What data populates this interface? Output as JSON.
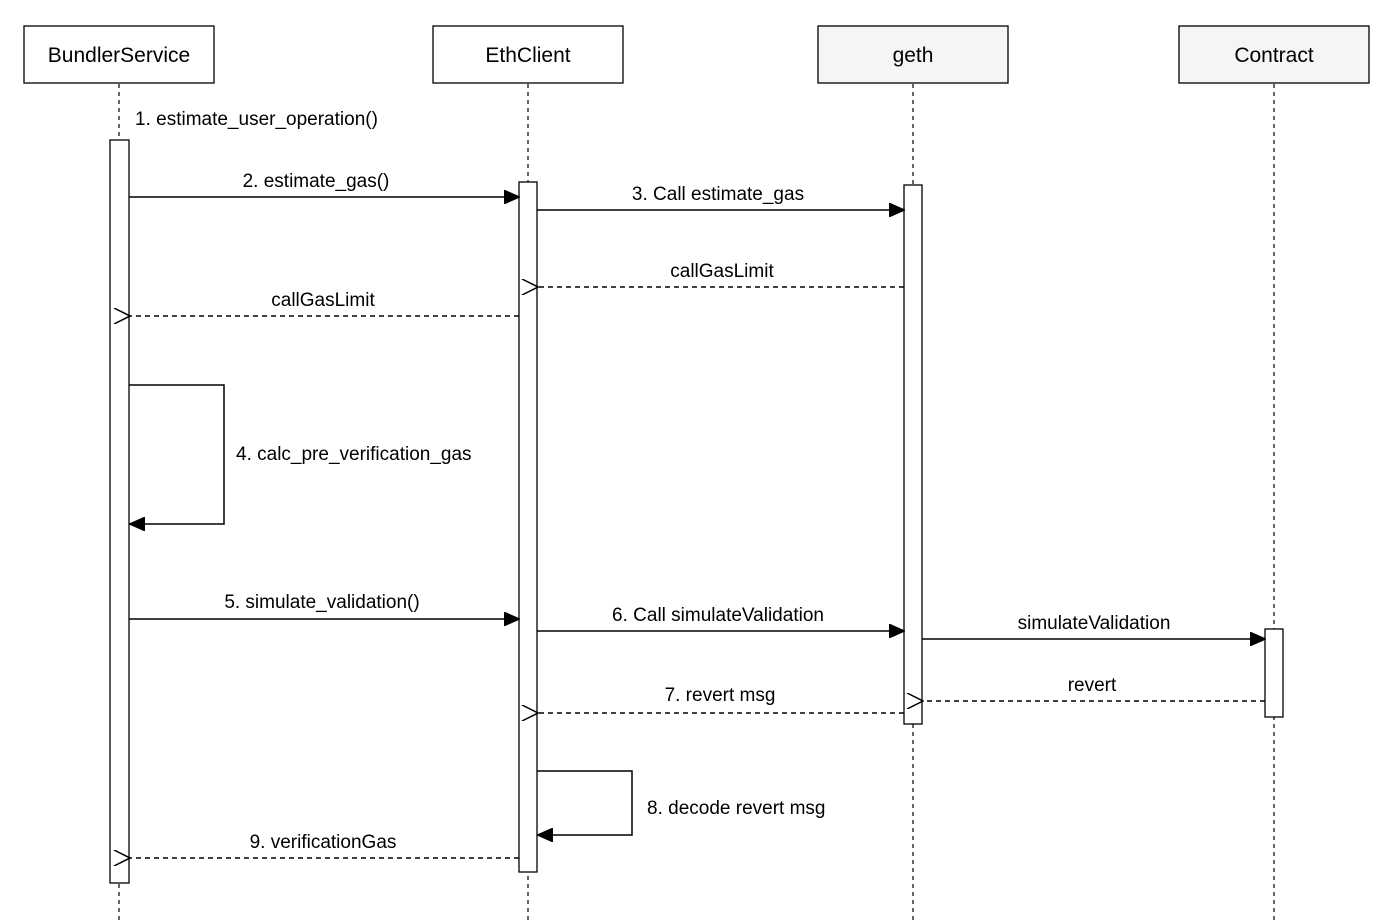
{
  "participants": [
    {
      "id": "bundler",
      "label": "BundlerService",
      "fill": "#ffffff"
    },
    {
      "id": "ethclient",
      "label": "EthClient",
      "fill": "#ffffff"
    },
    {
      "id": "geth",
      "label": "geth",
      "fill": "#f5f5f5"
    },
    {
      "id": "contract",
      "label": "Contract",
      "fill": "#f5f5f5"
    }
  ],
  "messages": [
    {
      "id": "m1",
      "label": "1. estimate_user_operation()",
      "from": "bundler",
      "to": "bundler",
      "kind": "note"
    },
    {
      "id": "m2",
      "label": "2. estimate_gas()",
      "from": "bundler",
      "to": "ethclient",
      "kind": "sync"
    },
    {
      "id": "m3",
      "label": "3. Call estimate_gas",
      "from": "ethclient",
      "to": "geth",
      "kind": "sync"
    },
    {
      "id": "m4",
      "label": "callGasLimit",
      "from": "geth",
      "to": "ethclient",
      "kind": "return"
    },
    {
      "id": "m5",
      "label": "callGasLimit",
      "from": "ethclient",
      "to": "bundler",
      "kind": "return"
    },
    {
      "id": "m6",
      "label": "4. calc_pre_verification_gas",
      "from": "bundler",
      "to": "bundler",
      "kind": "self"
    },
    {
      "id": "m7",
      "label": "5. simulate_validation()",
      "from": "bundler",
      "to": "ethclient",
      "kind": "sync"
    },
    {
      "id": "m8",
      "label": "6. Call simulateValidation",
      "from": "ethclient",
      "to": "geth",
      "kind": "sync"
    },
    {
      "id": "m9",
      "label": "simulateValidation",
      "from": "geth",
      "to": "contract",
      "kind": "sync"
    },
    {
      "id": "m10",
      "label": "revert",
      "from": "contract",
      "to": "geth",
      "kind": "return"
    },
    {
      "id": "m11",
      "label": "7. revert msg",
      "from": "geth",
      "to": "ethclient",
      "kind": "return"
    },
    {
      "id": "m12",
      "label": "8. decode revert msg",
      "from": "ethclient",
      "to": "ethclient",
      "kind": "self"
    },
    {
      "id": "m13",
      "label": "9. verificationGas",
      "from": "ethclient",
      "to": "bundler",
      "kind": "return"
    }
  ]
}
